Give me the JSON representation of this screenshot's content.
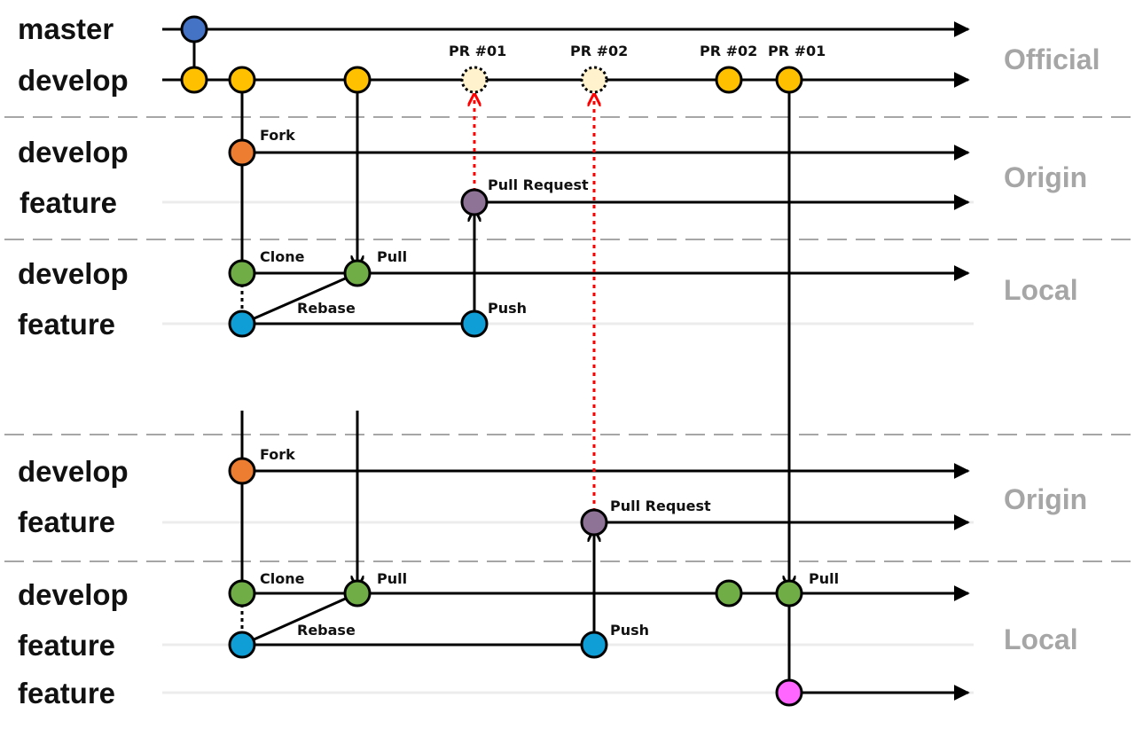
{
  "branches": {
    "master": "master",
    "develop_official": "develop",
    "develop_origin_1": "develop",
    "feature_origin_1": "feature",
    "develop_local_1": "develop",
    "feature_local_1": "feature",
    "develop_origin_2": "develop",
    "feature_origin_2": "feature",
    "develop_local_2": "develop",
    "feature_local_2": "feature",
    "feature_local_3": "feature"
  },
  "sections": {
    "official": "Official",
    "origin_1": "Origin",
    "local_1": "Local",
    "origin_2": "Origin",
    "local_2": "Local"
  },
  "pr_labels": {
    "pr01_pending": "PR #01",
    "pr02_pending": "PR #02",
    "pr02_merged": "PR #02",
    "pr01_merged": "PR #01"
  },
  "annotations": {
    "fork_1": "Fork",
    "pull_request_1": "Pull Request",
    "clone_1": "Clone",
    "pull_1": "Pull",
    "rebase_1": "Rebase",
    "push_1": "Push",
    "fork_2": "Fork",
    "pull_request_2": "Pull Request",
    "clone_2": "Clone",
    "pull_2": "Pull",
    "rebase_2": "Rebase",
    "push_2": "Push",
    "pull_3": "Pull"
  },
  "colors": {
    "master_commit": "#4472c4",
    "develop_commit": "#ffc000",
    "pending_pr": "#fff2cc",
    "fork_commit": "#ed7d31",
    "pull_request_commit": "#8e7397",
    "local_develop_commit": "#70ad47",
    "local_feature_commit": "#0f9ed5",
    "new_feature_commit": "#ff66ff",
    "pr_link": "#ff0000",
    "section_divider": "#a6a6a6"
  }
}
